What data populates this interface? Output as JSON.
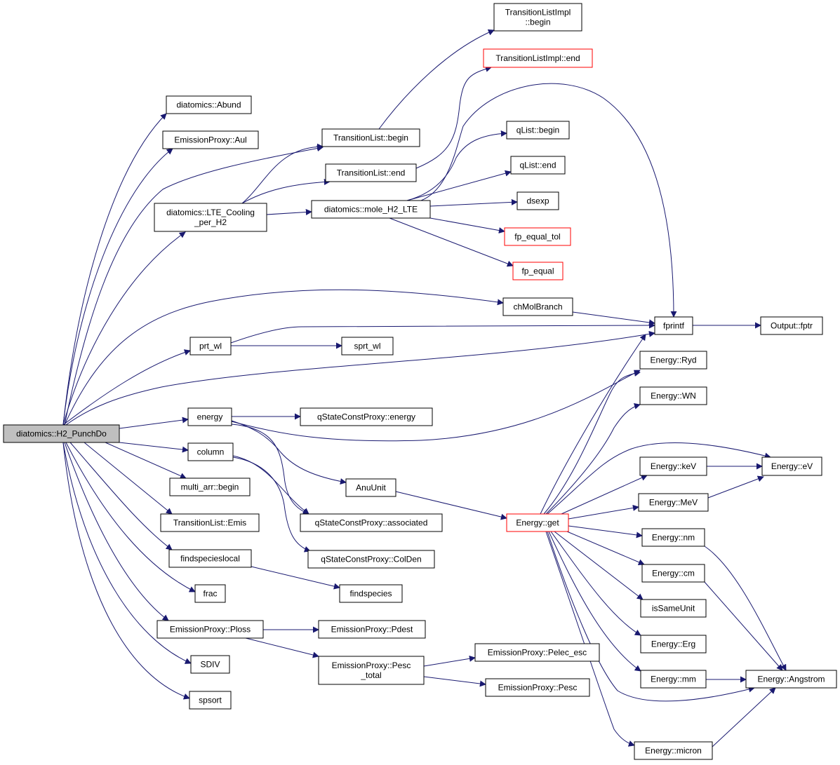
{
  "colors": {
    "edge": "#191970",
    "node_border": "#000000",
    "node_border_truncated": "#ff0000",
    "root_fill": "#bfbfbf"
  },
  "nodes": [
    {
      "id": "root",
      "lines": [
        "diatomics::H2_PunchDo"
      ],
      "style": "root"
    },
    {
      "id": "abund",
      "lines": [
        "diatomics::Abund"
      ]
    },
    {
      "id": "aul",
      "lines": [
        "EmissionProxy::Aul"
      ]
    },
    {
      "id": "lte",
      "lines": [
        "diatomics::LTE_Cooling",
        "_per_H2"
      ]
    },
    {
      "id": "tlbegin",
      "lines": [
        "TransitionList::begin"
      ]
    },
    {
      "id": "tlend",
      "lines": [
        "TransitionList::end"
      ]
    },
    {
      "id": "tlibegin",
      "lines": [
        "TransitionListImpl",
        "::begin"
      ]
    },
    {
      "id": "tliend",
      "lines": [
        "TransitionListImpl::end"
      ],
      "style": "red"
    },
    {
      "id": "mole",
      "lines": [
        "diatomics::mole_H2_LTE"
      ]
    },
    {
      "id": "qbegin",
      "lines": [
        "qList::begin"
      ]
    },
    {
      "id": "qend",
      "lines": [
        "qList::end"
      ]
    },
    {
      "id": "dsexp",
      "lines": [
        "dsexp"
      ]
    },
    {
      "id": "fpeqtol",
      "lines": [
        "fp_equal_tol"
      ],
      "style": "red"
    },
    {
      "id": "fpeq",
      "lines": [
        "fp_equal"
      ],
      "style": "red"
    },
    {
      "id": "chmol",
      "lines": [
        "chMolBranch"
      ]
    },
    {
      "id": "fprintf",
      "lines": [
        "fprintf"
      ]
    },
    {
      "id": "outfptr",
      "lines": [
        "Output::fptr"
      ]
    },
    {
      "id": "prtwl",
      "lines": [
        "prt_wl"
      ]
    },
    {
      "id": "sprtwl",
      "lines": [
        "sprt_wl"
      ]
    },
    {
      "id": "energy",
      "lines": [
        "energy"
      ]
    },
    {
      "id": "qsenergy",
      "lines": [
        "qStateConstProxy::energy"
      ]
    },
    {
      "id": "column",
      "lines": [
        "column"
      ]
    },
    {
      "id": "anu",
      "lines": [
        "AnuUnit"
      ]
    },
    {
      "id": "qsassoc",
      "lines": [
        "qStateConstProxy::associated"
      ]
    },
    {
      "id": "qscolden",
      "lines": [
        "qStateConstProxy::ColDen"
      ]
    },
    {
      "id": "multi",
      "lines": [
        "multi_arr::begin"
      ]
    },
    {
      "id": "tlemis",
      "lines": [
        "TransitionList::Emis"
      ]
    },
    {
      "id": "fsl",
      "lines": [
        "findspecieslocal"
      ]
    },
    {
      "id": "fs",
      "lines": [
        "findspecies"
      ]
    },
    {
      "id": "frac",
      "lines": [
        "frac"
      ]
    },
    {
      "id": "ploss",
      "lines": [
        "EmissionProxy::Ploss"
      ]
    },
    {
      "id": "pdest",
      "lines": [
        "EmissionProxy::Pdest"
      ]
    },
    {
      "id": "pesctot",
      "lines": [
        "EmissionProxy::Pesc",
        "_total"
      ]
    },
    {
      "id": "pelec",
      "lines": [
        "EmissionProxy::Pelec_esc"
      ]
    },
    {
      "id": "pesc",
      "lines": [
        "EmissionProxy::Pesc"
      ]
    },
    {
      "id": "sdiv",
      "lines": [
        "SDIV"
      ]
    },
    {
      "id": "spsort",
      "lines": [
        "spsort"
      ]
    },
    {
      "id": "eget",
      "lines": [
        "Energy::get"
      ],
      "style": "red"
    },
    {
      "id": "eryd",
      "lines": [
        "Energy::Ryd"
      ]
    },
    {
      "id": "ewn",
      "lines": [
        "Energy::WN"
      ]
    },
    {
      "id": "ekev",
      "lines": [
        "Energy::keV"
      ]
    },
    {
      "id": "eev",
      "lines": [
        "Energy::eV"
      ]
    },
    {
      "id": "emev",
      "lines": [
        "Energy::MeV"
      ]
    },
    {
      "id": "enm",
      "lines": [
        "Energy::nm"
      ]
    },
    {
      "id": "ecm",
      "lines": [
        "Energy::cm"
      ]
    },
    {
      "id": "issame",
      "lines": [
        "isSameUnit"
      ]
    },
    {
      "id": "eerg",
      "lines": [
        "Energy::Erg"
      ]
    },
    {
      "id": "emm",
      "lines": [
        "Energy::mm"
      ]
    },
    {
      "id": "eang",
      "lines": [
        "Energy::Angstrom"
      ]
    },
    {
      "id": "emicron",
      "lines": [
        "Energy::micron"
      ]
    }
  ]
}
